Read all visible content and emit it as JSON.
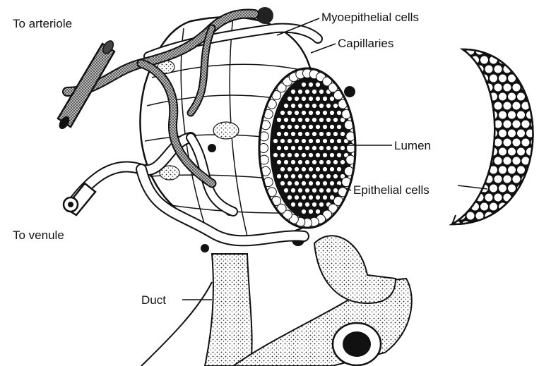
{
  "labels": {
    "to_arteriole": "To arteriole",
    "to_venule": "To venule",
    "myoepithelial": "Myoepithelial cells",
    "capillaries": "Capillaries",
    "lumen": "Lumen",
    "epithelial": "Epithelial cells",
    "duct": "Duct"
  },
  "colors": {
    "ink": "#111111",
    "paper": "#ffffff"
  }
}
